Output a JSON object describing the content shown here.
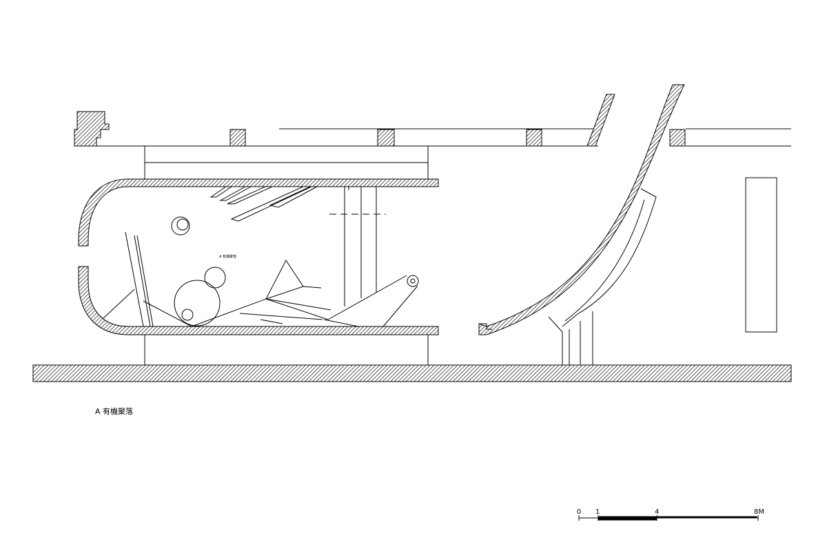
{
  "section_label": "A 有機聚落",
  "inner_label": "A 有機聚落",
  "scale_bar": {
    "ticks": [
      "0",
      "1",
      "4",
      "8M"
    ]
  },
  "colors": {
    "line": "#000000",
    "hatch": "#000000",
    "background": "#ffffff"
  }
}
